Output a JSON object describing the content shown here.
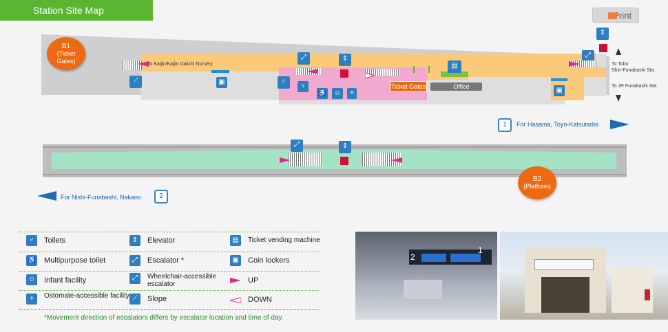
{
  "header": {
    "title": "Station Site Map",
    "print_label": "Print"
  },
  "map": {
    "b1_badge": {
      "code": "B1",
      "sub": "(Ticket Gates)"
    },
    "b2_badge": {
      "code": "B2",
      "sub": "(Platform)"
    },
    "labels": {
      "kaijin": "To Kaijin/Kaijin Daiichi Nursery",
      "tobu_1": "To Tobu",
      "tobu_2": "Shin-Funabashi Sta.",
      "jr": "To JR Funabashi Sta.",
      "ticket_gates": "Ticket Gates",
      "office": "Office"
    },
    "platform_1": {
      "number": "1",
      "label": "For Hasama, Toyo-Katsutadai"
    },
    "platform_2": {
      "number": "2",
      "label": "For Nishi-Funabashi, Nakano"
    }
  },
  "legend": {
    "items": [
      {
        "icon": "toilet-icon",
        "label": "Toilets"
      },
      {
        "icon": "elevator-icon",
        "label": "Elevator"
      },
      {
        "icon": "ticket-machine-icon",
        "label": "Ticket vending machine"
      },
      {
        "icon": "wheelchair-icon",
        "label": "Multipurpose toilet"
      },
      {
        "icon": "escalator-icon",
        "label": "Escalator *"
      },
      {
        "icon": "coin-locker-icon",
        "label": "Coin lockers"
      },
      {
        "icon": "infant-icon",
        "label": "Infant facility"
      },
      {
        "icon": "wheelchair-escalator-icon",
        "label": "Wheelchair-accessible escalator"
      },
      {
        "icon": "up-arrow-icon",
        "label": "UP"
      },
      {
        "icon": "ostomate-icon",
        "label": "Ostomate-accessible facility"
      },
      {
        "icon": "slope-icon",
        "label": "Slope"
      },
      {
        "icon": "down-arrow-icon",
        "label": "DOWN"
      }
    ],
    "note": "*Movement direction of escalators differs by escalator location and time of day."
  },
  "photos": {
    "left_sign_1": "2",
    "left_sign_2": "1"
  },
  "colors": {
    "accent_green": "#5cb531",
    "badge_orange": "#ee6a12",
    "concourse": "#fbc97a",
    "platform": "#a4e3c6",
    "paid_area": "#f2a9d0"
  }
}
